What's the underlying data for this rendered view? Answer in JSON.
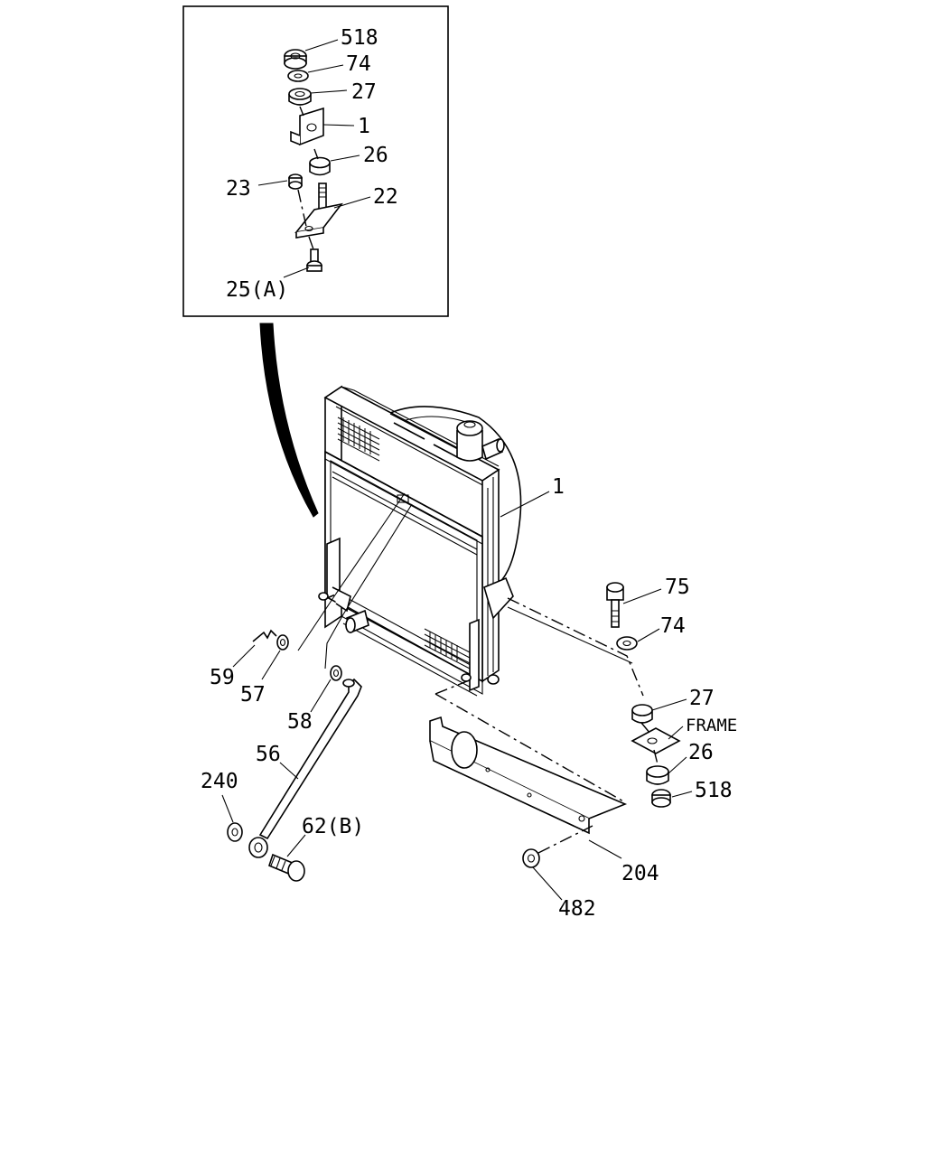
{
  "diagram": {
    "inset_labels": {
      "p518": "518",
      "p74": "74",
      "p27": "27",
      "p1": "1",
      "p26": "26",
      "p23": "23",
      "p22": "22",
      "p25": "25(A)"
    },
    "main_labels": {
      "p1": "1",
      "p75": "75",
      "p74": "74",
      "p27": "27",
      "frame": "FRAME",
      "p26": "26",
      "p518": "518",
      "p59": "59",
      "p57": "57",
      "p58": "58",
      "p56": "56",
      "p240": "240",
      "p62": "62(B)",
      "p204": "204",
      "p482": "482"
    }
  }
}
